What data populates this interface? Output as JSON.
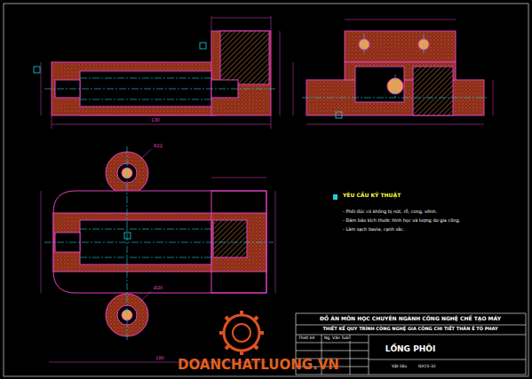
{
  "diagram": {
    "labels": [
      "YÊU CẦU KỸ THUẬT",
      "- Phôi đúc có không bị nứt, rỗ, cong, vênh.",
      "- Đảm bảo kích thước hình học và lượng dư gia công.",
      "- Làm sạch bavia, cạnh sắc.",
      "ĐỒ ÁN MÔN HỌC CHUYÊN NGÀNH CÔNG NGHỆ CHẾ TẠO MÁY",
      "THIẾT KẾ QUY TRÌNH CÔNG NGHỆ GIA CÔNG CHI TIẾT THÂN Ê TÔ PHAY",
      "Thiết kế",
      "Ng. Văn Tuấn",
      "LỒNG PHÔI",
      "Vật liệu",
      "GX15-32",
      "DOANCHATLUONG.VN",
      "130",
      "180",
      "R22",
      "Ø20"
    ]
  }
}
